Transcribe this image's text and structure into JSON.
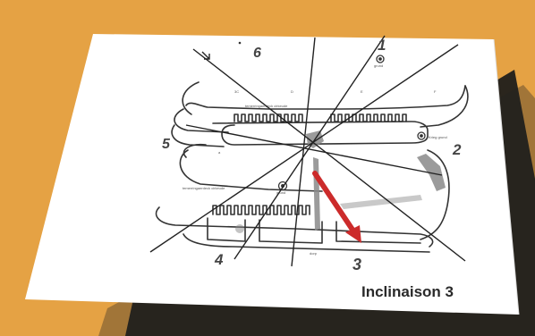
{
  "caption": "Inclinaison 3",
  "numbers": {
    "n1": "1",
    "n2": "2",
    "n3": "3",
    "n4": "4",
    "n5": "5",
    "n6": "6"
  },
  "plan_labels": {
    "col_c": "3C",
    "col_d": "D",
    "col_e": "E",
    "col_f": "F",
    "upper_title": "temerringaerdeck cirkeude",
    "lower_title": "temerringaerdeck cirkeude",
    "upper_symbol_label": "grund",
    "lower_symbol_label": "grund",
    "right_symbol_label": "Krieg grund",
    "bottom_label": "dorp",
    "left_mark": "a"
  },
  "colors": {
    "background": "#E5A244",
    "card": "#FFFFFF",
    "ink": "#333333",
    "arrow": "#CC2B2B",
    "hatch": "#8a8a8a"
  }
}
